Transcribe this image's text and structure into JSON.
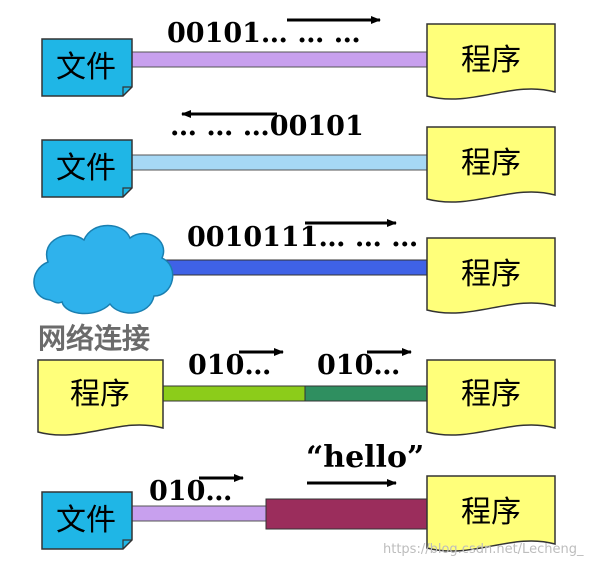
{
  "rows": [
    {
      "source": "文件",
      "target": "程序",
      "bits": "00101… … …"
    },
    {
      "source": "文件",
      "target": "程序",
      "bits": "… … …00101"
    },
    {
      "target": "程序",
      "bits": "0010111… … …"
    },
    {
      "source": "程序",
      "target": "程序",
      "bits_left": "010…",
      "bits_right": "010…"
    },
    {
      "source": "文件",
      "target": "程序",
      "bits": "010…",
      "text": "“hello”"
    }
  ],
  "cloud_label": "网络连接",
  "watermark": "https://blog.csdn.net/Lecheng_",
  "colors": {
    "file_box": "#1fb6e6",
    "program_box": "#ffff7a",
    "pipe1": "#c8a0ee",
    "pipe2": "#a6d8f5",
    "pipe3": "#3f62e6",
    "pipe4_left": "#8ccc1a",
    "pipe4_right": "#2f8f60",
    "pipe5_thin": "#c8a0ee",
    "pipe5_thick": "#9b2d5c",
    "cloud": "#2fb2ec"
  }
}
